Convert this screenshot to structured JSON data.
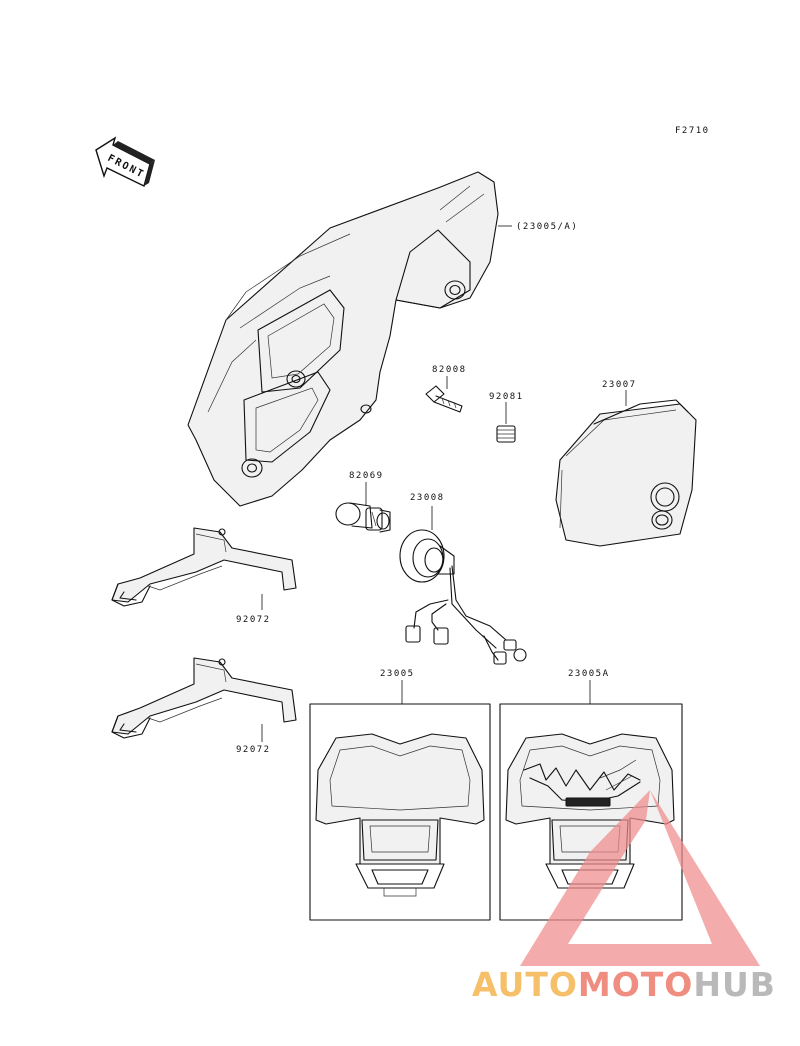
{
  "figure_code": "F2710",
  "front_label": "FRONT",
  "parts": [
    {
      "id": "housing",
      "label": "(23005/A)"
    },
    {
      "id": "bolt",
      "label": "82008"
    },
    {
      "id": "spring",
      "label": "92081"
    },
    {
      "id": "lens",
      "label": "23007"
    },
    {
      "id": "bulb",
      "label": "82069"
    },
    {
      "id": "socket",
      "label": "23008"
    },
    {
      "id": "bracket_upper",
      "label": "92072"
    },
    {
      "id": "bracket_lower",
      "label": "92072"
    },
    {
      "id": "cover_plain",
      "label": "23005"
    },
    {
      "id": "cover_graphic",
      "label": "23005A"
    }
  ],
  "watermark": {
    "segments": [
      "AUTO",
      "MOTO",
      "HUB"
    ],
    "colors": {
      "auto": "#f6c06a",
      "moto": "#ef8d80",
      "hub": "#b9b9b9",
      "triangle": "#f08a8a"
    }
  }
}
